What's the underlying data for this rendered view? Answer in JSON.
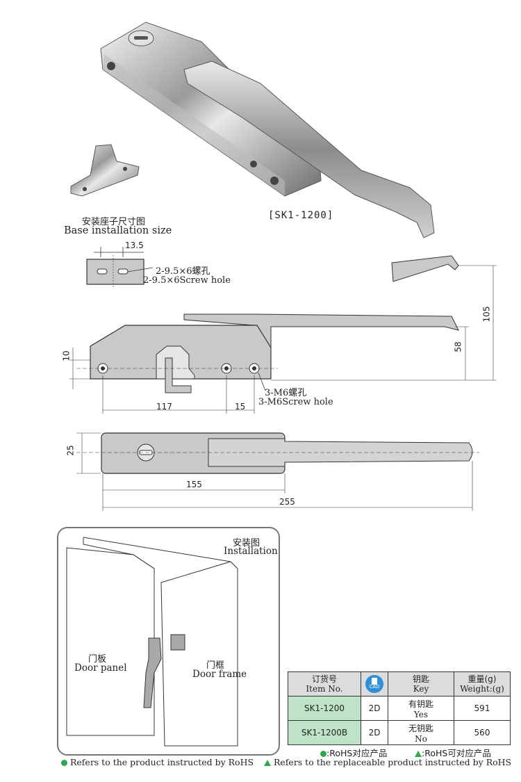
{
  "product": {
    "model_label": "[SK1-1200]"
  },
  "base_size": {
    "title_cn": "安装座子尺寸图",
    "title_en": "Base installation size",
    "dim_spacing": "13.5",
    "screw_cn": "2-9.5×6螺孔",
    "screw_en": "2-9.5×6Screw hole"
  },
  "side_view": {
    "dim_height_total": "105",
    "dim_height_handle": "58",
    "dim_offset": "10",
    "dim_hole_span": "117",
    "dim_hole_gap": "15",
    "hole_cn": "3-M6螺孔",
    "hole_en": "3-M6Screw hole"
  },
  "top_view": {
    "dim_width": "25",
    "dim_body": "155",
    "dim_total": "255"
  },
  "installation": {
    "title_cn": "安装图",
    "title_en": "Installation",
    "door_panel_cn": "门板",
    "door_panel_en": "Door panel",
    "door_frame_cn": "门框",
    "door_frame_en": "Door frame"
  },
  "spec_table": {
    "headers": {
      "item_cn": "订货号",
      "item_en": "Item No.",
      "cad_icon": "CAD",
      "key_cn": "钥匙",
      "key_en": "Key",
      "weight_cn": "重量(g)",
      "weight_en": "Weight:(g)"
    },
    "rows": [
      {
        "item": "SK1-1200",
        "cad": "2D",
        "key_cn": "有钥匙",
        "key_en": "Yes",
        "weight": "591"
      },
      {
        "item": "SK1-1200B",
        "cad": "2D",
        "key_cn": "无钥匙",
        "key_en": "No",
        "weight": "560"
      }
    ]
  },
  "legend": {
    "rohs_cn": ":RoHS对应产品",
    "rohs_replace_cn": ":RoHS可对应产品",
    "rohs_en": "Refers to the product instructed by RoHS",
    "rohs_replace_en": "Refers to the replaceable product instructed by RoHS",
    "colors": {
      "green": "#2da84a",
      "table_item_bg": "#bfe3c6"
    }
  }
}
